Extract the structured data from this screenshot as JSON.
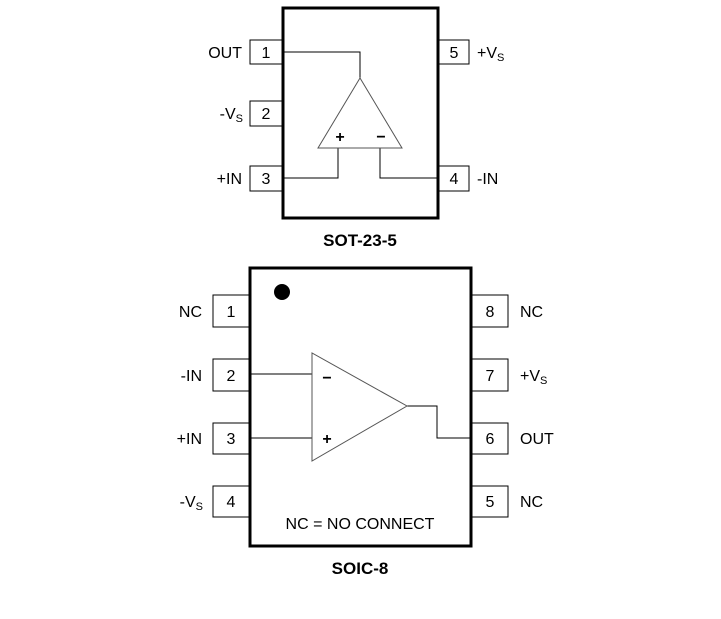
{
  "sot23": {
    "title": "SOT-23-5",
    "pins": [
      {
        "num": "1",
        "label": "OUT"
      },
      {
        "num": "2",
        "label": "-V",
        "sub": "S"
      },
      {
        "num": "3",
        "label": "+IN"
      },
      {
        "num": "4",
        "label": "-IN"
      },
      {
        "num": "5",
        "label": "+V",
        "sub": "S"
      }
    ],
    "plus": "+",
    "minus": "−"
  },
  "soic8": {
    "title": "SOIC-8",
    "note": "NC = NO CONNECT",
    "pins": [
      {
        "num": "1",
        "label": "NC"
      },
      {
        "num": "2",
        "label": "-IN"
      },
      {
        "num": "3",
        "label": "+IN"
      },
      {
        "num": "4",
        "label": "-V",
        "sub": "S"
      },
      {
        "num": "5",
        "label": "NC"
      },
      {
        "num": "6",
        "label": "OUT"
      },
      {
        "num": "7",
        "label": "+V",
        "sub": "S"
      },
      {
        "num": "8",
        "label": "NC"
      }
    ],
    "plus": "+",
    "minus": "−"
  }
}
